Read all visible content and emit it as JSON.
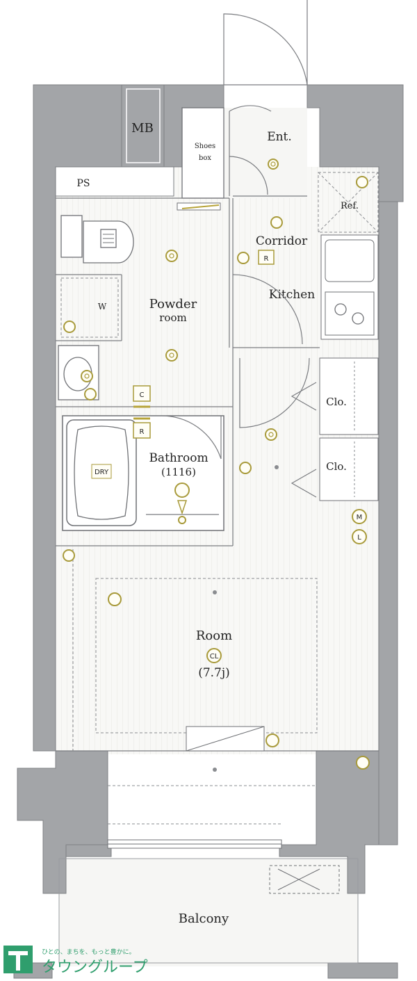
{
  "rooms": {
    "mb": "MB",
    "ps": "PS",
    "shoes_box": [
      "Shoes",
      "box"
    ],
    "entrance": "Ent.",
    "ref": "Ref.",
    "corridor": "Corridor",
    "kitchen": "Kitchen",
    "powder_room": [
      "Powder",
      "room"
    ],
    "washer": "W",
    "bathroom": [
      "Bathroom",
      "(1116)"
    ],
    "closet_1": "Clo.",
    "closet_2": "Clo.",
    "room": "Room",
    "room_size": "(7.7j)",
    "balcony": "Balcony"
  },
  "symbols": {
    "bath_c": "C",
    "bath_r": "R",
    "corridor_r": "R",
    "m": "M",
    "l": "L",
    "cl": "CL",
    "dry": "DRY"
  },
  "logo": {
    "tagline": "ひとの、まちを、もっと豊かに。",
    "brand": "タウングループ",
    "color": "#2f9e6d"
  }
}
